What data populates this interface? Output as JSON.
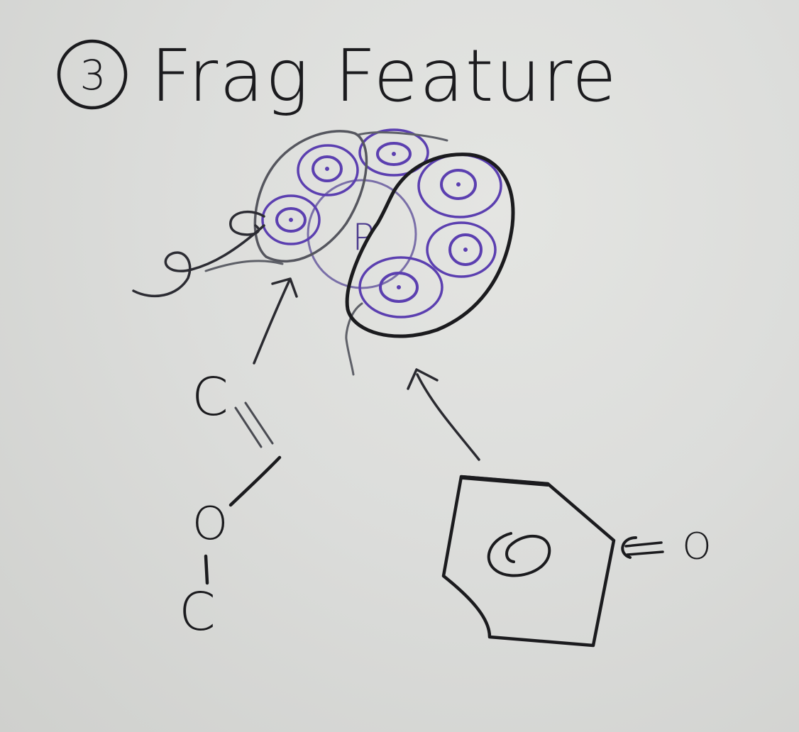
{
  "whiteboard": {
    "step_number": "3",
    "title": "Frag Feature",
    "center_label": "P",
    "bond_chain": [
      "C",
      "O",
      "C"
    ],
    "substituent_label": "O",
    "colors": {
      "board": "#d9dad7",
      "black_ink": "#1b1b1e",
      "gray_ink": "#5e6068",
      "purple_ink": "#5b3fb0"
    }
  }
}
